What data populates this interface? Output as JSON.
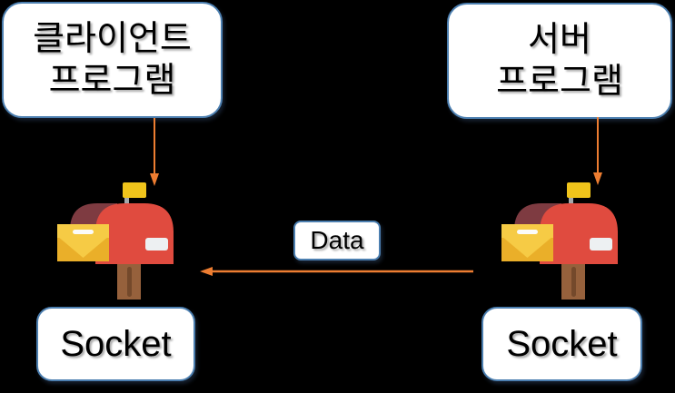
{
  "diagram": {
    "background": "#000000",
    "client_box": {
      "line1": "클라이언트",
      "line2": "프로그램"
    },
    "server_box": {
      "line1": "서버",
      "line2": "프로그램"
    },
    "data_label": {
      "text": "Data"
    },
    "client_socket": {
      "text": "Socket"
    },
    "server_socket": {
      "text": "Socket"
    },
    "icons": {
      "client_mailbox": "mailbox-icon",
      "server_mailbox": "mailbox-icon",
      "client_arrow": "down-arrow-icon",
      "server_arrow": "down-arrow-icon",
      "data_arrow": "left-arrow-icon"
    },
    "colors": {
      "box_fill": "#FFFFFF",
      "box_border": "#4C7FB0",
      "text": "#000000",
      "arrow_orange": "#ED7D31",
      "mailbox_body_red": "#E04B3F",
      "mailbox_lid_dark": "#7E3B41",
      "envelope_gold": "#EAAF29",
      "envelope_light": "#F6CB45",
      "envelope_line_white": "#FBFBF9",
      "flag_gold": "#F0C41B",
      "pole_gray": "#A3A8AC",
      "label_white": "#EDF0F2",
      "post_brown": "#96613C",
      "post_slot_dark": "#74492B"
    }
  }
}
